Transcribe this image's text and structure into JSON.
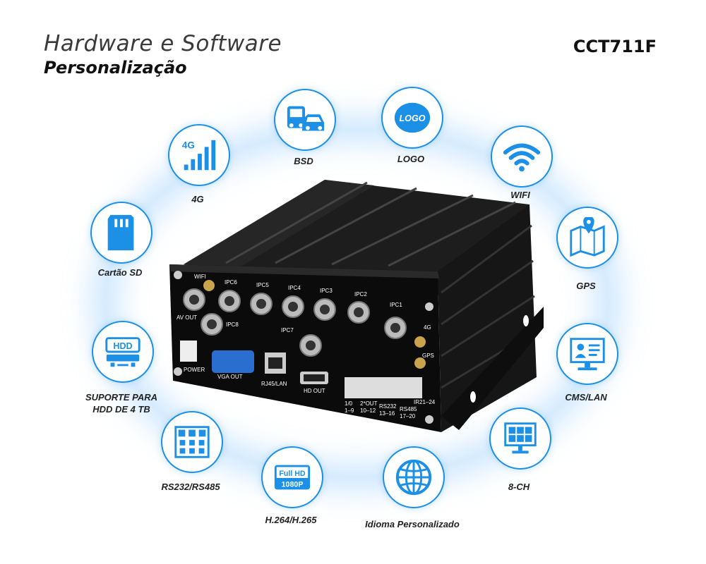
{
  "header": {
    "title_line1": "Hardware e Software",
    "title_line2": "Personalização",
    "model": "CCT711F"
  },
  "accent_color": "#1c8fe6",
  "features": [
    {
      "id": "4g",
      "label": "4G",
      "icon": "signal-4g-icon"
    },
    {
      "id": "bsd",
      "label": "BSD",
      "icon": "bsd-vehicle-icon"
    },
    {
      "id": "logo",
      "label": "LOGO",
      "icon": "logo-badge-icon"
    },
    {
      "id": "wifi",
      "label": "WIFI",
      "icon": "wifi-icon"
    },
    {
      "id": "gps",
      "label": "GPS",
      "icon": "map-pin-icon"
    },
    {
      "id": "cms",
      "label": "CMS/LAN",
      "icon": "monitor-user-icon"
    },
    {
      "id": "8ch",
      "label": "8-CH",
      "icon": "grid-monitor-icon"
    },
    {
      "id": "lang",
      "label": "Idioma Personalizado",
      "icon": "globe-icon"
    },
    {
      "id": "h264",
      "label": "H.264/H.265",
      "icon": "fullhd-icon"
    },
    {
      "id": "rs",
      "label": "RS232/RS485",
      "icon": "connector-grid-icon"
    },
    {
      "id": "hdd",
      "label": "SUPORTE PARA\nHDD DE 4 TB",
      "label_l1": "SUPORTE PARA",
      "label_l2": "HDD DE 4 TB",
      "icon": "hdd-icon"
    },
    {
      "id": "sd",
      "label": "Cartão SD",
      "icon": "sd-card-icon"
    }
  ],
  "icon_text": {
    "g4": "4G",
    "logo": "LOGO",
    "hdd": "HDD",
    "fullhd": "Full HD",
    "p1080": "1080P"
  },
  "device": {
    "ports": {
      "wifi": "WIFI",
      "ipc6": "IPC6",
      "ipc5": "IPC5",
      "ipc4": "IPC4",
      "ipc3": "IPC3",
      "ipc2": "IPC2",
      "ipc1": "IPC1",
      "avout": "AV OUT",
      "ipc8": "IPC8",
      "ipc7": "IPC7",
      "g4": "4G",
      "gps": "GPS",
      "power": "POWER",
      "vga": "VGA OUT",
      "rj45": "RJ45/LAN",
      "hdout": "HD OUT",
      "io1": "1/0",
      "io1b": "1–9",
      "io2": "2*OUT",
      "io2b": "10–12",
      "io3": "RS232",
      "io3b": "13–16",
      "io4": "RS485",
      "io4b": "17–20",
      "io5": "IR21–24"
    }
  }
}
